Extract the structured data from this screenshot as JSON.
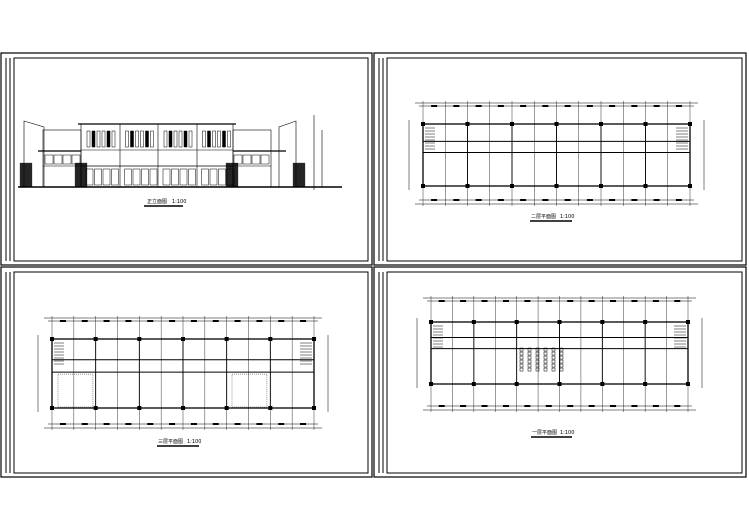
{
  "sheets": [
    {
      "id": "elevation",
      "title": "正立面图",
      "scale": "1:100"
    },
    {
      "id": "floor2",
      "title": "二层平面图",
      "scale": "1:100"
    },
    {
      "id": "floor3",
      "title": "三层平面图",
      "scale": "1:100"
    },
    {
      "id": "floor1",
      "title": "一层平面图",
      "scale": "1:100"
    }
  ],
  "colors": {
    "line": "#000000",
    "background": "#ffffff"
  }
}
